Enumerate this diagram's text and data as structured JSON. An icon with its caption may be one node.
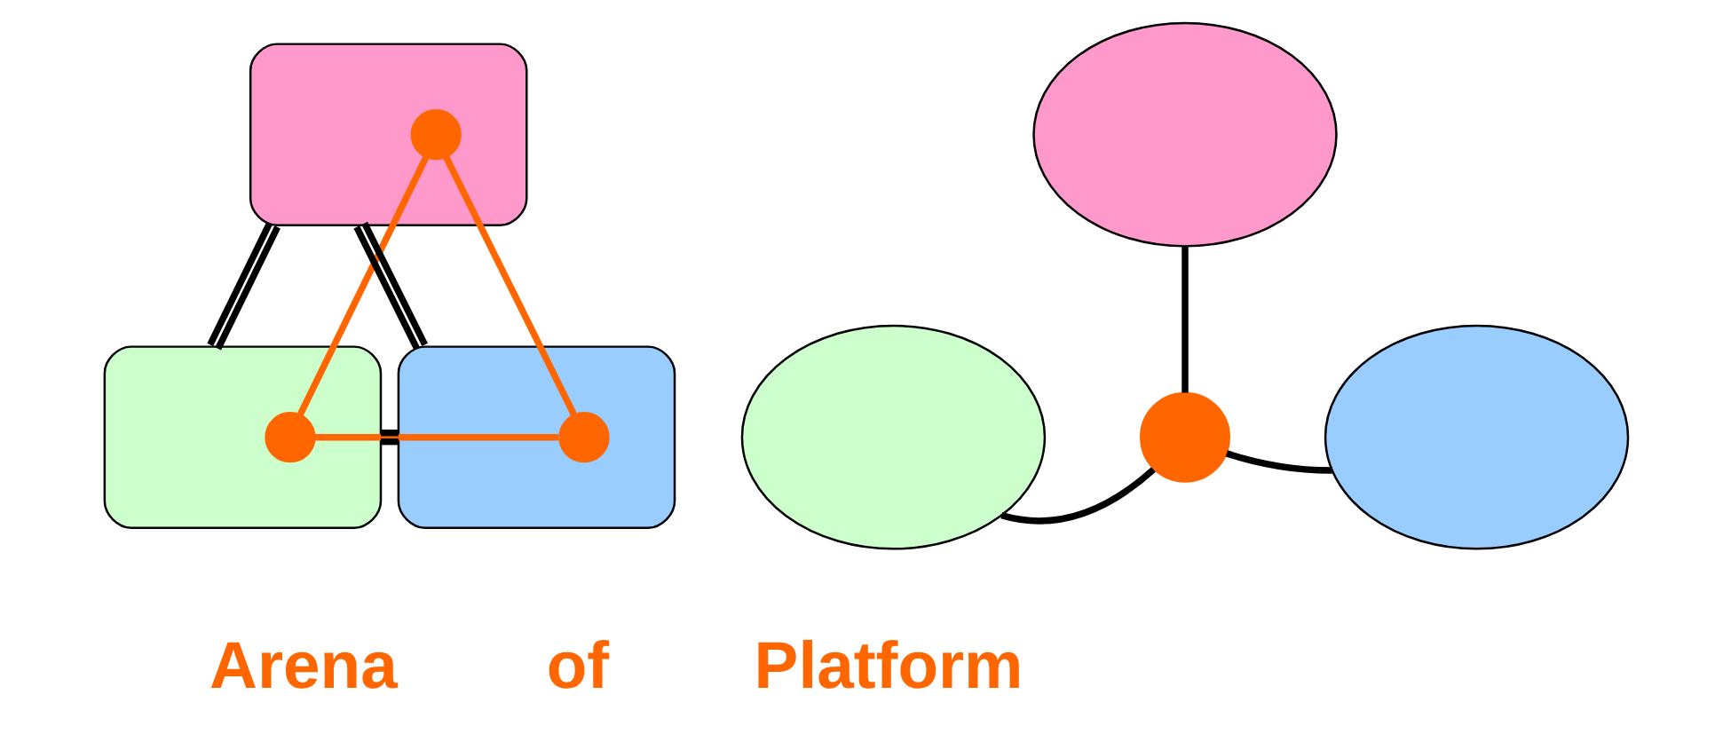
{
  "diagram": {
    "nodes": [
      {
        "text": [],
        "shape": "ellipse"
      },
      {
        "text": [],
        "shape": "ellipse"
      },
      {
        "text": [],
        "shape": "ellipse"
      },
      {
        "text": [],
        "shape": "circle",
        "in": 0
      },
      {
        "text": [],
        "shape": "circle",
        "in": 1
      },
      {
        "text": [],
        "shape": "circle",
        "in": 2
      },
      {
        "text": [],
        "shape": "ellipse"
      },
      {
        "text": [],
        "shape": "ellipse"
      },
      {
        "text": [],
        "shape": "ellipse"
      },
      {
        "text": [],
        "shape": "circle"
      }
    ],
    "edges": [
      {
        "from": 0,
        "to": 1,
        "arrow": "none"
      },
      {
        "from": 0,
        "to": 2,
        "arrow": "none"
      },
      {
        "from": 1,
        "to": 2,
        "arrow": "none"
      },
      {
        "from": 3,
        "to": 4,
        "arrow": "none",
        "color": "#ff6600"
      },
      {
        "from": 3,
        "to": 5,
        "arrow": "none",
        "color": "#ff6600"
      },
      {
        "from": 4,
        "to": 5,
        "arrow": "none",
        "color": "#ff6600"
      },
      {
        "from": 6,
        "to": 9,
        "arrow": "none"
      },
      {
        "from": 7,
        "to": 9,
        "arrow": "none"
      },
      {
        "from": 8,
        "to": 9,
        "arrow": "none"
      }
    ],
    "labels": [
      "Arena",
      "of",
      "Platform"
    ]
  }
}
